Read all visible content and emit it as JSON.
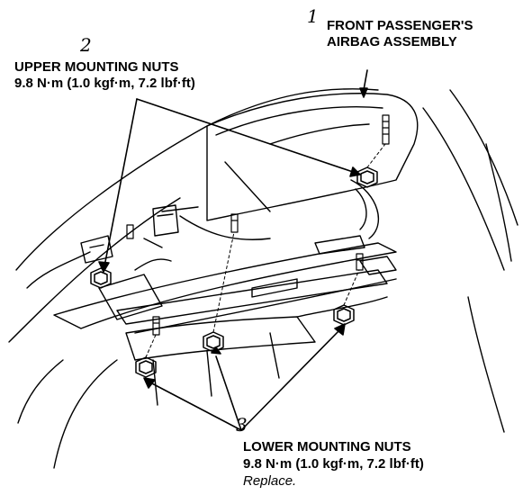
{
  "callouts": {
    "front_airbag": {
      "number": "1",
      "line1": "FRONT PASSENGER'S",
      "line2": "AIRBAG ASSEMBLY"
    },
    "upper_nuts": {
      "number": "2",
      "line1": "UPPER MOUNTING NUTS",
      "line2": "9.8 N·m (1.0 kgf·m, 7.2 lbf·ft)"
    },
    "lower_nuts": {
      "number": "3",
      "line1": "LOWER MOUNTING NUTS",
      "line2": "9.8 N·m (1.0 kgf·m, 7.2 lbf·ft)",
      "note": "Replace."
    }
  },
  "colors": {
    "ink": "#000000",
    "paper": "#ffffff"
  }
}
